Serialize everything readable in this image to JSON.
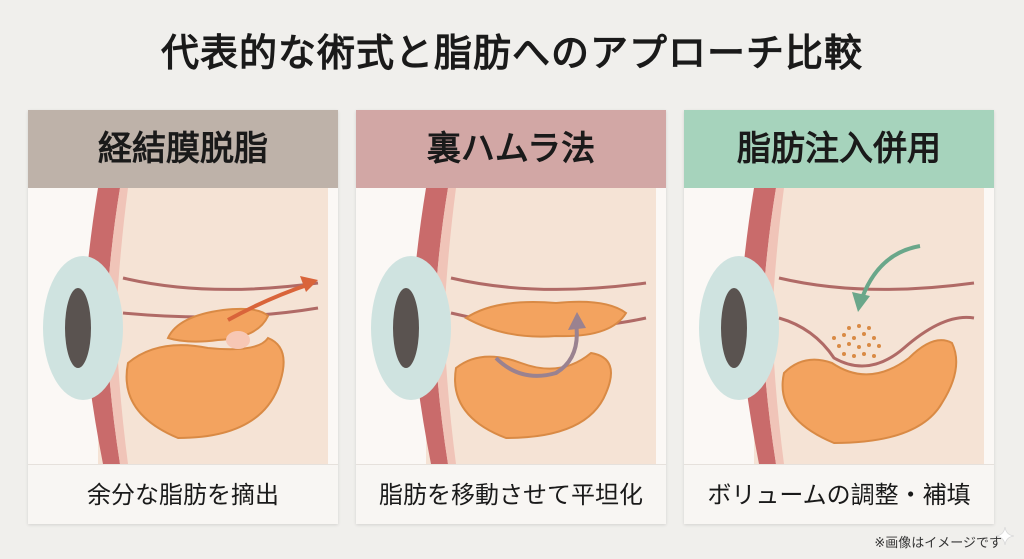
{
  "title": "代表的な術式と脂肪へのアプローチ比較",
  "panels": [
    {
      "name": "経結膜脱脂",
      "caption": "余分な脂肪を摘出",
      "header_color": "#beb2a9",
      "arrow_color": "#d9643a",
      "icon": "arrow-out-icon"
    },
    {
      "name": "裏ハムラ法",
      "caption": "脂肪を移動させて平坦化",
      "header_color": "#d2a7a5",
      "arrow_color": "#9a8290",
      "icon": "arrow-move-icon"
    },
    {
      "name": "脂肪注入併用",
      "caption": "ボリュームの調整・補填",
      "header_color": "#a6d3bc",
      "arrow_color": "#6aa78a",
      "icon": "arrow-inject-icon"
    }
  ],
  "note": "※画像はイメージです",
  "colors": {
    "fat": "#f3a35f",
    "fat_outline": "#d98a45",
    "muscle": "#c96b6b",
    "skin": "#f5e3d5",
    "eye": "#cfe3e0",
    "pupil": "#5a5350"
  }
}
